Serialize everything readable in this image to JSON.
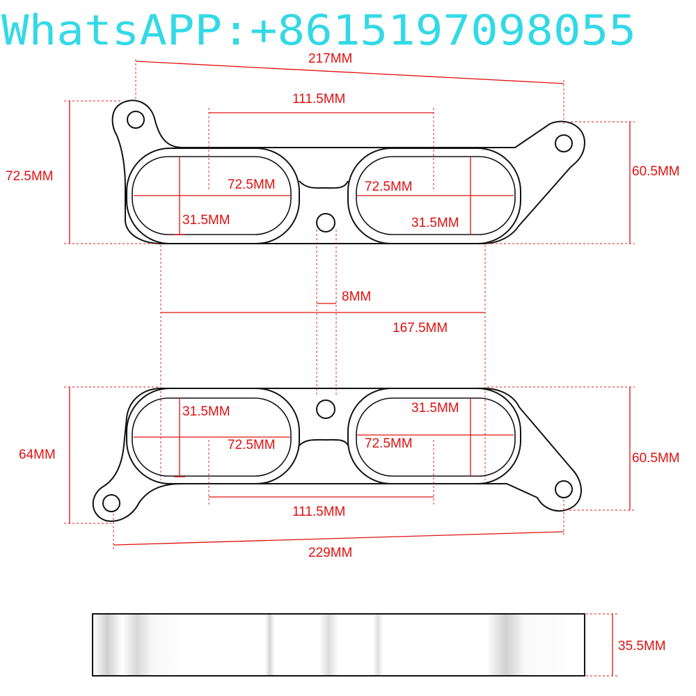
{
  "watermark": "WhatsAPP:+8615197098055",
  "colors": {
    "watermark": "#33d9e6",
    "dimension": "#e01010",
    "outline": "#111111"
  },
  "top_gasket": {
    "overall_length": "217MM",
    "port_spacing": "111.5MM",
    "left_height": "72.5MM",
    "right_height": "60.5MM",
    "left_port_width": "72.5MM",
    "left_port_height": "31.5MM",
    "right_port_width": "72.5MM",
    "right_port_height": "31.5MM"
  },
  "between": {
    "hole_diameter": "8MM",
    "outer_port_span": "167.5MM"
  },
  "bottom_gasket": {
    "overall_length": "229MM",
    "port_spacing": "111.5MM",
    "left_height": "64MM",
    "right_height": "60.5MM",
    "left_port_width": "72.5MM",
    "left_port_height": "31.5MM",
    "right_port_width": "72.5MM",
    "right_port_height": "31.5MM"
  },
  "side_view": {
    "thickness": "35.5MM"
  }
}
